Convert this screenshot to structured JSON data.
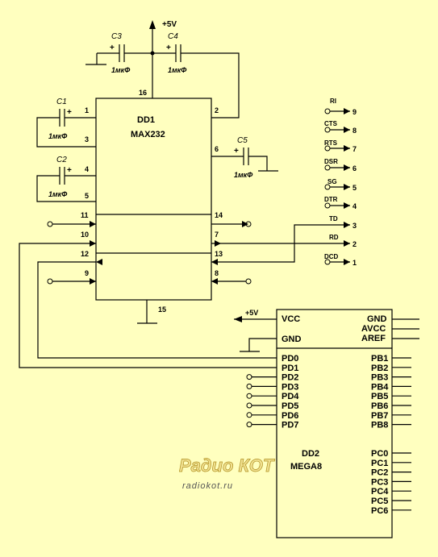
{
  "supply": "+5V",
  "dd1": {
    "ref": "DD1",
    "part": "MAX232",
    "pins": {
      "p1": "1",
      "p2": "2",
      "p3": "3",
      "p4": "4",
      "p5": "5",
      "p6": "6",
      "p7": "7",
      "p8": "8",
      "p9": "9",
      "p10": "10",
      "p11": "11",
      "p12": "12",
      "p13": "13",
      "p14": "14",
      "p15": "15",
      "p16": "16"
    }
  },
  "caps": [
    {
      "ref": "C1",
      "value": "1мкФ"
    },
    {
      "ref": "C2",
      "value": "1мкФ"
    },
    {
      "ref": "C3",
      "value": "1мкФ"
    },
    {
      "ref": "C4",
      "value": "1мкФ"
    },
    {
      "ref": "C5",
      "value": "1мкФ"
    }
  ],
  "plus": "+",
  "connector": [
    {
      "signal": "RI",
      "pin": "9"
    },
    {
      "signal": "CTS",
      "pin": "8"
    },
    {
      "signal": "RTS",
      "pin": "7"
    },
    {
      "signal": "DSR",
      "pin": "6"
    },
    {
      "signal": "SG",
      "pin": "5"
    },
    {
      "signal": "DTR",
      "pin": "4"
    },
    {
      "signal": "TD",
      "pin": "3"
    },
    {
      "signal": "RD",
      "pin": "2"
    },
    {
      "signal": "DCD",
      "pin": "1"
    }
  ],
  "dd2": {
    "ref": "DD2",
    "part": "MEGA8",
    "vcc": "VCC",
    "gnd_left": "GND",
    "right_top": [
      "GND",
      "AVCC",
      "AREF"
    ],
    "supply": "+5V",
    "pd": [
      "PD0",
      "PD1",
      "PD2",
      "PD3",
      "PD4",
      "PD5",
      "PD6",
      "PD7"
    ],
    "pb": [
      "PB1",
      "PB2",
      "PB3",
      "PB4",
      "PB5",
      "PB6",
      "PB7",
      "PB8"
    ],
    "pc": [
      "PC0",
      "PC1",
      "PC2",
      "PC3",
      "PC4",
      "PC5",
      "PC6"
    ]
  },
  "watermark": {
    "logo": "Радио КОТ",
    "site": "radiokot.ru"
  }
}
